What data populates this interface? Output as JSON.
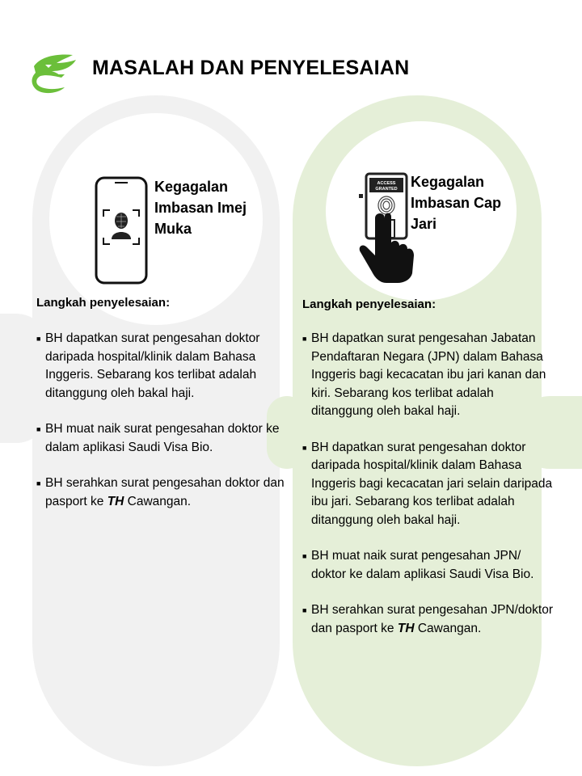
{
  "header": {
    "title": "MASALAH DAN PENYELESAIAN",
    "logo_icon": "th-logo-icon"
  },
  "colors": {
    "accent_green": "#6bbf3a",
    "left_panel": "#f1f1f1",
    "right_panel": "#e5efd8"
  },
  "left_card": {
    "title_lines": [
      "Kegagalan",
      "Imbasan Imej",
      "Muka"
    ],
    "icon": "face-scan-phone-icon",
    "heading": "Langkah penyelesaian:",
    "steps": [
      {
        "text": "BH dapatkan surat pengesahan doktor daripada hospital/klinik dalam Bahasa Inggeris. Sebarang kos terlibat adalah ditanggung oleh bakal haji.",
        "suffix": ""
      },
      {
        "text": "BH muat naik  surat pengesahan doktor ke dalam aplikasi Saudi Visa Bio.",
        "suffix": ""
      },
      {
        "text": "BH serahkan surat pengesahan doktor dan pasport  ke ",
        "th": "TH",
        "suffix": " Cawangan."
      }
    ]
  },
  "right_card": {
    "title_lines": [
      "Kegagalan",
      "Imbasan Cap",
      "Jari"
    ],
    "icon": "fingerprint-scanner-icon",
    "scanner_text": [
      "ACCESS",
      "GRANTED"
    ],
    "heading": "Langkah penyelesaian:",
    "steps": [
      {
        "text": "BH dapatkan surat pengesahan Jabatan Pendaftaran Negara (JPN) dalam Bahasa Inggeris bagi kecacatan ibu jari kanan dan kiri.  Sebarang kos terlibat adalah ditanggung oleh bakal haji.",
        "suffix": ""
      },
      {
        "text": "BH dapatkan surat pengesahan doktor daripada hospital/klinik dalam Bahasa Inggeris bagi kecacatan jari selain daripada ibu jari. Sebarang kos terlibat adalah ditanggung oleh bakal haji.",
        "suffix": ""
      },
      {
        "text": "BH muat naik  surat pengesahan JPN/ doktor ke dalam aplikasi Saudi Visa Bio.",
        "suffix": ""
      },
      {
        "text": "BH serahkan surat pengesahan JPN/doktor dan pasport  ke ",
        "th": "TH",
        "suffix": " Cawangan."
      }
    ]
  }
}
